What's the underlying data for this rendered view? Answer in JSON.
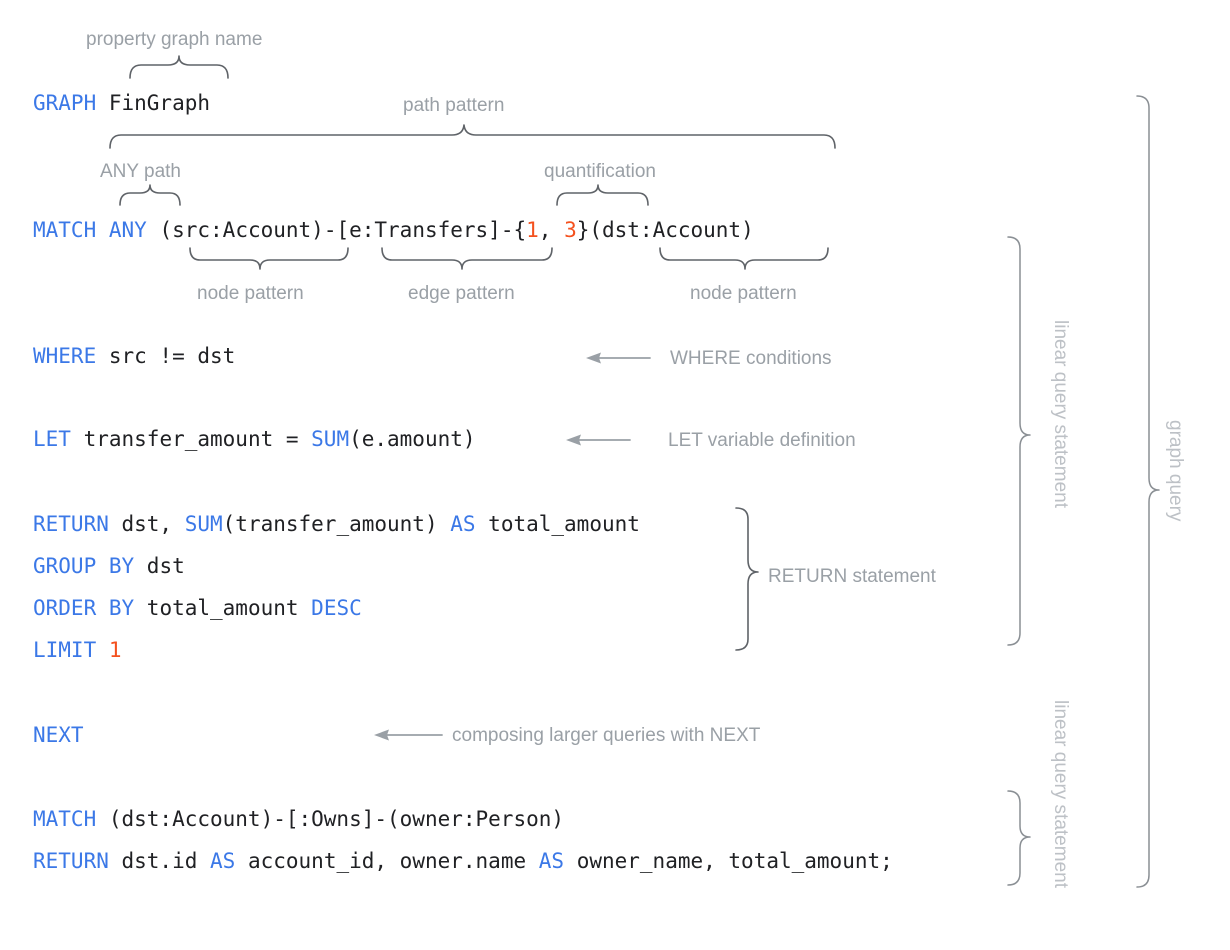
{
  "diagram": {
    "title": "GQL graph query annotated syntax diagram",
    "colors": {
      "keyword": "#3b78e7",
      "identifier": "#202124",
      "literal": "#f4511e",
      "annotation": "#9aa0a6",
      "annotation_vertical": "#bdc1c6",
      "brace": "#5f6368",
      "background": "#ffffff"
    }
  },
  "code_lines": [
    {
      "id": "line-graph",
      "tokens": [
        {
          "text": "GRAPH",
          "kind": "keyword"
        },
        {
          "text": " FinGraph",
          "kind": "identifier"
        }
      ]
    },
    {
      "id": "line-match",
      "tokens": [
        {
          "text": "MATCH",
          "kind": "keyword"
        },
        {
          "text": " ",
          "kind": "identifier"
        },
        {
          "text": "ANY",
          "kind": "keyword"
        },
        {
          "text": " (src:Account)-[e:Transfers]-{",
          "kind": "identifier"
        },
        {
          "text": "1",
          "kind": "literal"
        },
        {
          "text": ", ",
          "kind": "identifier"
        },
        {
          "text": "3",
          "kind": "literal"
        },
        {
          "text": "}(dst:Account)",
          "kind": "identifier"
        }
      ]
    },
    {
      "id": "line-where",
      "tokens": [
        {
          "text": "WHERE",
          "kind": "keyword"
        },
        {
          "text": " src != dst",
          "kind": "identifier"
        }
      ]
    },
    {
      "id": "line-let",
      "tokens": [
        {
          "text": "LET",
          "kind": "keyword"
        },
        {
          "text": " transfer_amount = ",
          "kind": "identifier"
        },
        {
          "text": "SUM",
          "kind": "keyword"
        },
        {
          "text": "(e.amount)",
          "kind": "identifier"
        }
      ]
    },
    {
      "id": "line-return-1",
      "tokens": [
        {
          "text": "RETURN",
          "kind": "keyword"
        },
        {
          "text": " dst, ",
          "kind": "identifier"
        },
        {
          "text": "SUM",
          "kind": "keyword"
        },
        {
          "text": "(transfer_amount) ",
          "kind": "identifier"
        },
        {
          "text": "AS",
          "kind": "keyword"
        },
        {
          "text": " total_amount",
          "kind": "identifier"
        }
      ]
    },
    {
      "id": "line-group-by",
      "tokens": [
        {
          "text": "GROUP BY",
          "kind": "keyword"
        },
        {
          "text": " dst",
          "kind": "identifier"
        }
      ]
    },
    {
      "id": "line-order-by",
      "tokens": [
        {
          "text": "ORDER BY",
          "kind": "keyword"
        },
        {
          "text": " total_amount ",
          "kind": "identifier"
        },
        {
          "text": "DESC",
          "kind": "keyword"
        }
      ]
    },
    {
      "id": "line-limit",
      "tokens": [
        {
          "text": "LIMIT",
          "kind": "keyword"
        },
        {
          "text": " ",
          "kind": "identifier"
        },
        {
          "text": "1",
          "kind": "literal"
        }
      ]
    },
    {
      "id": "line-next",
      "tokens": [
        {
          "text": "NEXT",
          "kind": "keyword"
        }
      ]
    },
    {
      "id": "line-match-2",
      "tokens": [
        {
          "text": "MATCH",
          "kind": "keyword"
        },
        {
          "text": " (dst:Account)-[:Owns]-(owner:Person)",
          "kind": "identifier"
        }
      ]
    },
    {
      "id": "line-return-2",
      "tokens": [
        {
          "text": "RETURN",
          "kind": "keyword"
        },
        {
          "text": " dst.id ",
          "kind": "identifier"
        },
        {
          "text": "AS",
          "kind": "keyword"
        },
        {
          "text": " account_id, owner.name ",
          "kind": "identifier"
        },
        {
          "text": "AS",
          "kind": "keyword"
        },
        {
          "text": " owner_name, total_amount;",
          "kind": "identifier"
        }
      ]
    }
  ],
  "annotations": {
    "property_graph_name": "property graph name",
    "path_pattern": "path pattern",
    "any_path": "ANY path",
    "quantification": "quantification",
    "node_pattern_left": "node pattern",
    "edge_pattern": "edge pattern",
    "node_pattern_right": "node pattern",
    "where_conditions": "WHERE conditions",
    "let_variable_definition": "LET variable definition",
    "return_statement": "RETURN statement",
    "composing_with_next": "composing larger queries with NEXT",
    "linear_query_statement_1": "linear query statement",
    "linear_query_statement_2": "linear query statement",
    "graph_query": "graph query"
  }
}
